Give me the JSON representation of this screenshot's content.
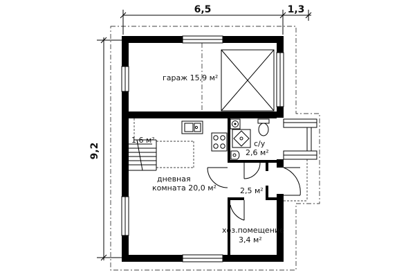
{
  "dimensions": {
    "width_main": "6,5",
    "width_ext": "1,3",
    "height": "9,2"
  },
  "rooms": {
    "garage": "гараж 15,9 м²",
    "stair_area": "1,6 м²",
    "wc_name": "с/у",
    "wc_area": "2,6 м²",
    "living_line1": "дневная",
    "living_line2": "комната 20,0 м²",
    "hall_area": "2,5 м²",
    "utility_line1": "хоз.помещение",
    "utility_line2": "3,4 м²"
  }
}
